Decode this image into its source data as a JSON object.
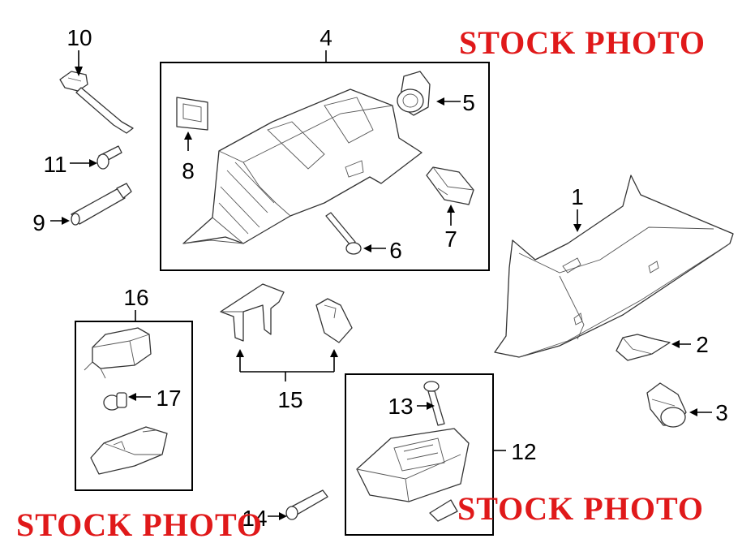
{
  "callouts": {
    "c1": "1",
    "c2": "2",
    "c3": "3",
    "c4": "4",
    "c5": "5",
    "c6": "6",
    "c7": "7",
    "c8": "8",
    "c9": "9",
    "c10": "10",
    "c11": "11",
    "c12": "12",
    "c13": "13",
    "c14": "14",
    "c15": "15",
    "c16": "16",
    "c17": "17"
  },
  "watermark": {
    "top_right": "STOCK PHOTO",
    "bottom_left": "STOCK PHOTO",
    "bottom_right": "STOCK PHOTO",
    "color": "#e0191a"
  }
}
